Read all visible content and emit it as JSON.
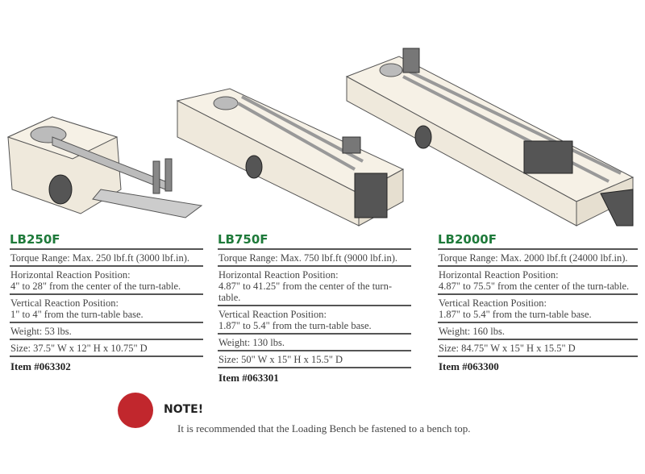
{
  "products": [
    {
      "model": "LB250F",
      "torque": "Torque Range: Max. 250 lbf.ft (3000 lbf.in).",
      "horizontal_label": "Horizontal Reaction Position:",
      "horizontal": "4\" to 28\" from the center of the turn-table.",
      "vertical_label": "Vertical Reaction Position:",
      "vertical": "1\" to 4\" from the turn-table base.",
      "weight": "Weight: 53 lbs.",
      "size": "Size: 37.5\" W x 12\" H x 10.75\" D",
      "item": "Item #063302"
    },
    {
      "model": "LB750F",
      "torque": "Torque Range: Max. 750 lbf.ft (9000 lbf.in).",
      "horizontal_label": "Horizontal Reaction Position:",
      "horizontal": "4.87\" to 41.25\" from the center of the turn-table.",
      "vertical_label": "Vertical Reaction Position:",
      "vertical": "1.87\" to 5.4\" from the turn-table base.",
      "weight": "Weight: 130 lbs.",
      "size": "Size: 50\" W x 15\" H x 15.5\" D",
      "item": "Item #063301"
    },
    {
      "model": "LB2000F",
      "torque": "Torque Range: Max. 2000 lbf.ft (24000 lbf.in).",
      "horizontal_label": "Horizontal Reaction Position:",
      "horizontal": "4.87\" to 75.5\" from the center of the turn-table.",
      "vertical_label": "Vertical Reaction Position:",
      "vertical": "1.87\" to 5.4\" from the turn-table base.",
      "weight": "Weight: 160 lbs.",
      "size": "Size: 84.75\" W x 15\" H x 15.5\" D",
      "item": "Item #063300"
    }
  ],
  "note": {
    "title": "NOTE!",
    "text": "It is recommended that the Loading Bench be fastened to a bench top."
  }
}
